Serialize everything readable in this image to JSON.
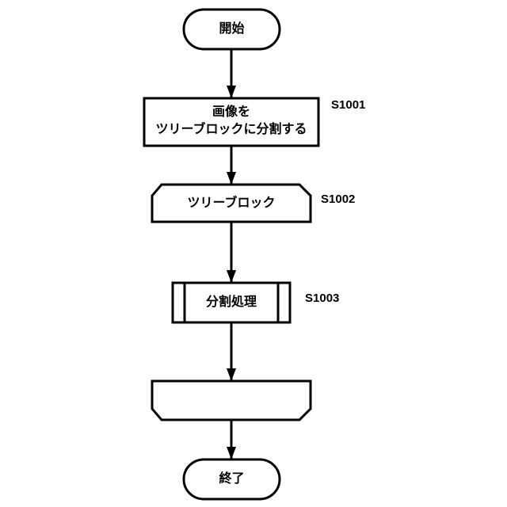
{
  "flowchart": {
    "start": {
      "text": "開始"
    },
    "step_split_image": {
      "line1": "画像を",
      "line2": "ツリーブロックに分割する",
      "step_id": "S1001"
    },
    "loop_begin_tree_block": {
      "text": "ツリーブロック",
      "step_id": "S1002"
    },
    "subroutine_split": {
      "text": "分割処理",
      "step_id": "S1003"
    },
    "loop_end": {
      "text": ""
    },
    "end": {
      "text": "終了"
    }
  }
}
